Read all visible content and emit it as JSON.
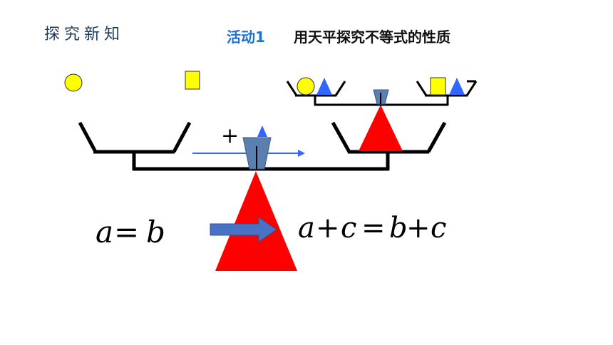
{
  "header": {
    "section_label": "探究新知",
    "activity_number": "活动1",
    "activity_title": "用天平探究不等式的性质"
  },
  "equations": {
    "left": {
      "a": "a",
      "eq": "=",
      "b": "b"
    },
    "right": {
      "a": "a",
      "plus1": "+",
      "c1": "c",
      "eq": "=",
      "b": "b",
      "plus2": "+",
      "c2": "c"
    }
  },
  "plus_sign": "+",
  "colors": {
    "accent_blue": "#1f6fd1",
    "header_text": "#1f3a5a",
    "triangle_red": "#ff0000",
    "triangle_blue": "#3366ff",
    "circle_yellow": "#ffff00",
    "pivot_blue": "#5b7fae",
    "arrow_blue": "#4a72c4"
  }
}
